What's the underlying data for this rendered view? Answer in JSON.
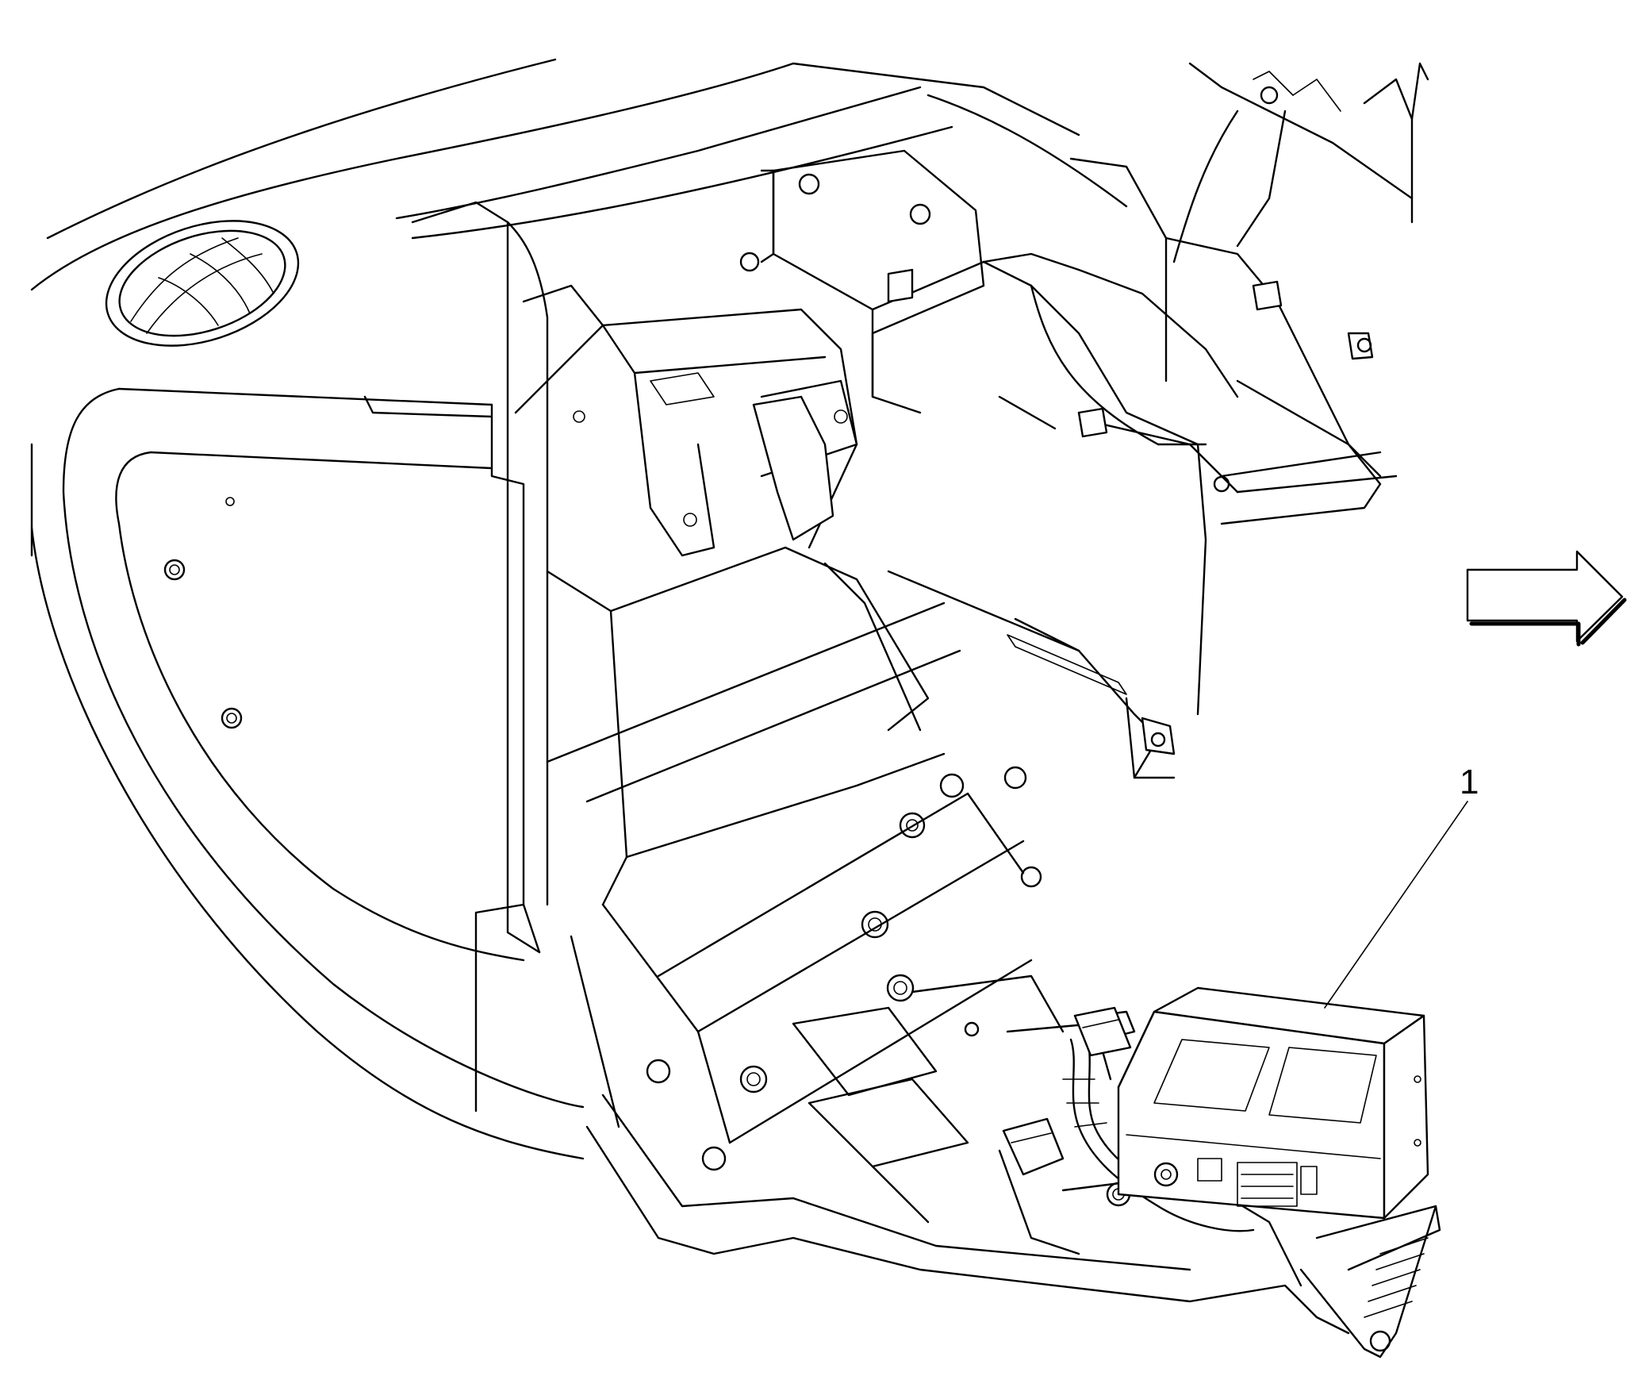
{
  "callouts": [
    {
      "id": "1",
      "label": "1"
    }
  ],
  "arrow": {
    "direction": "right",
    "meaning": "vehicle-front-orientation"
  },
  "colors": {
    "line": "#000000",
    "background": "#ffffff"
  }
}
